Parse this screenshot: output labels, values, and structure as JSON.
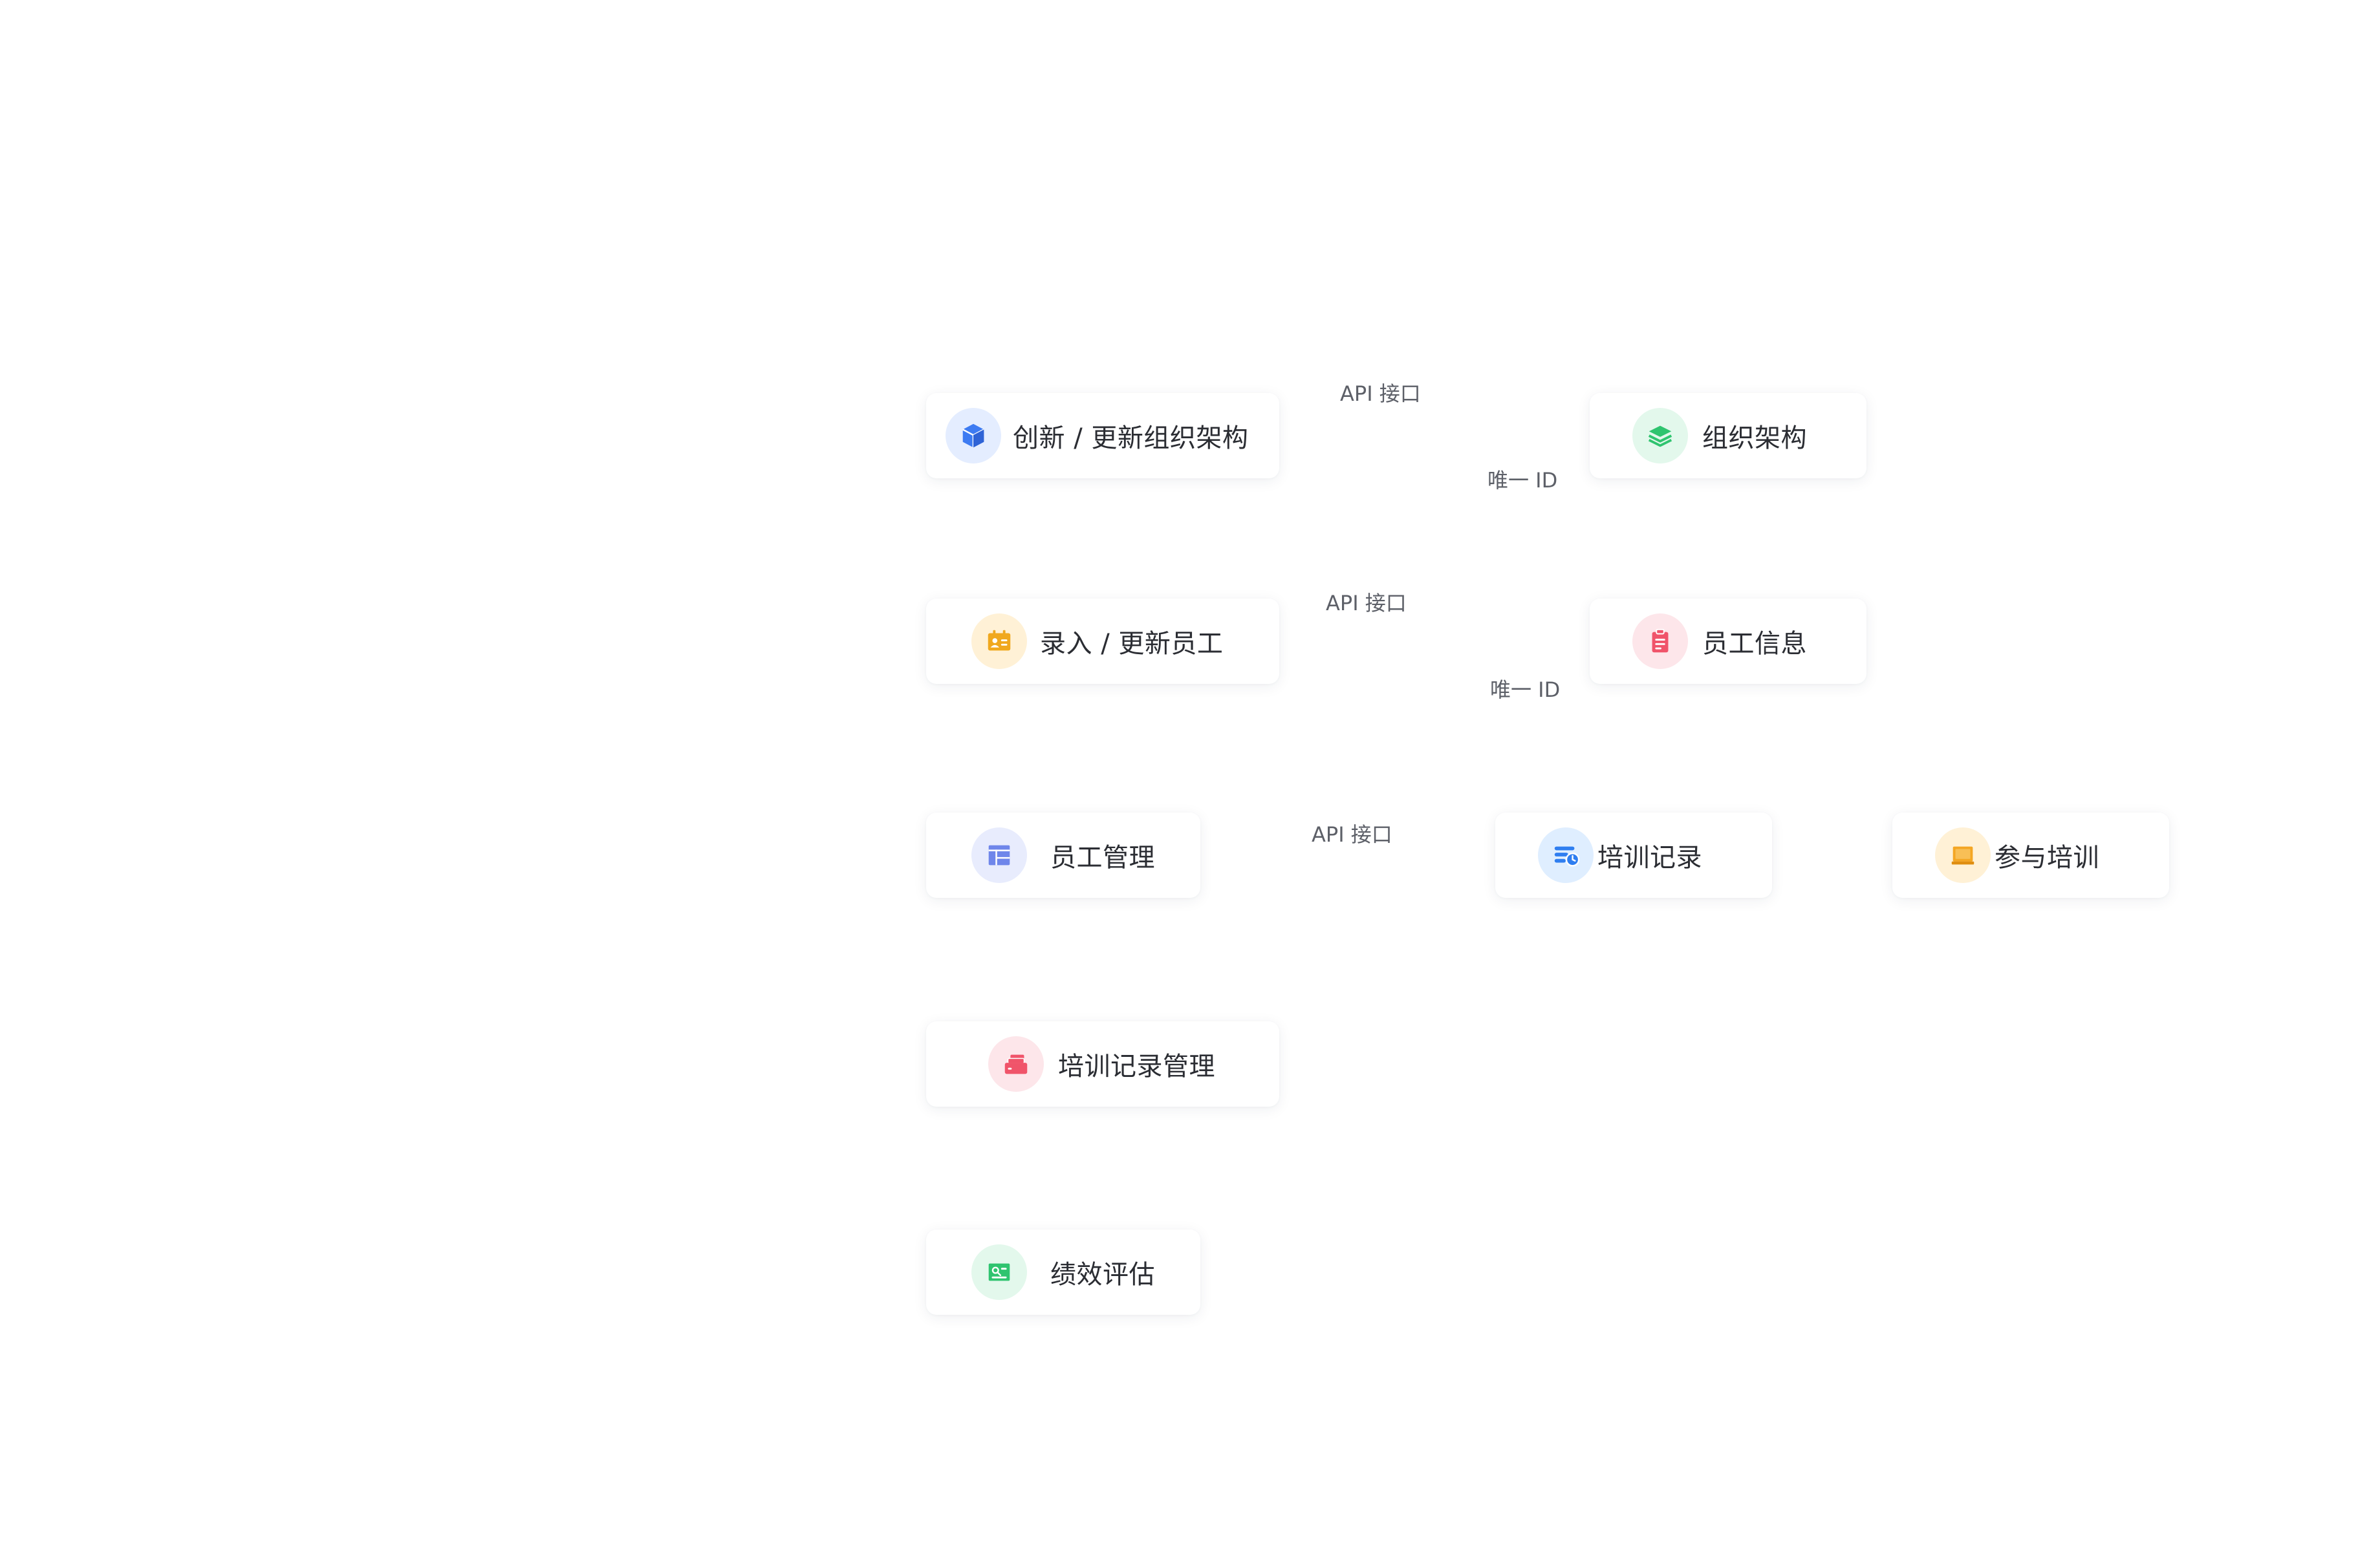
{
  "nodes": {
    "create_org": {
      "label": "创新 / 更新组织架构",
      "icon": "cube-icon",
      "color": "#3d7bf2",
      "bg": "#e4edff"
    },
    "org_structure": {
      "label": "组织架构",
      "icon": "layers-icon",
      "color": "#2fc46f",
      "bg": "#e3f8ec"
    },
    "enter_employee": {
      "label": "录入 / 更新员工",
      "icon": "id-card-icon",
      "color": "#f0a81e",
      "bg": "#fff1d6"
    },
    "employee_info": {
      "label": "员工信息",
      "icon": "clipboard-icon",
      "color": "#f0546a",
      "bg": "#fde6ea"
    },
    "employee_mgmt": {
      "label": "员工管理",
      "icon": "layout-icon",
      "color": "#6f86ea",
      "bg": "#e8ecfd"
    },
    "training_record": {
      "label": "培训记录",
      "icon": "record-clock-icon",
      "color": "#2f7ef0",
      "bg": "#dfeeff"
    },
    "join_training": {
      "label": "参与培训",
      "icon": "screen-icon",
      "color": "#f4a623",
      "bg": "#fff1d6"
    },
    "training_mgmt": {
      "label": "培训记录管理",
      "icon": "archive-icon",
      "color": "#f0546a",
      "bg": "#fde6ea"
    },
    "performance": {
      "label": "绩效评估",
      "icon": "badge-icon",
      "color": "#2fc46f",
      "bg": "#e3f8ec"
    }
  },
  "edges": {
    "api_1": "API 接口",
    "uid_1": "唯一 ID",
    "api_2": "API 接口",
    "uid_2": "唯一 ID",
    "api_3": "API 接口"
  }
}
